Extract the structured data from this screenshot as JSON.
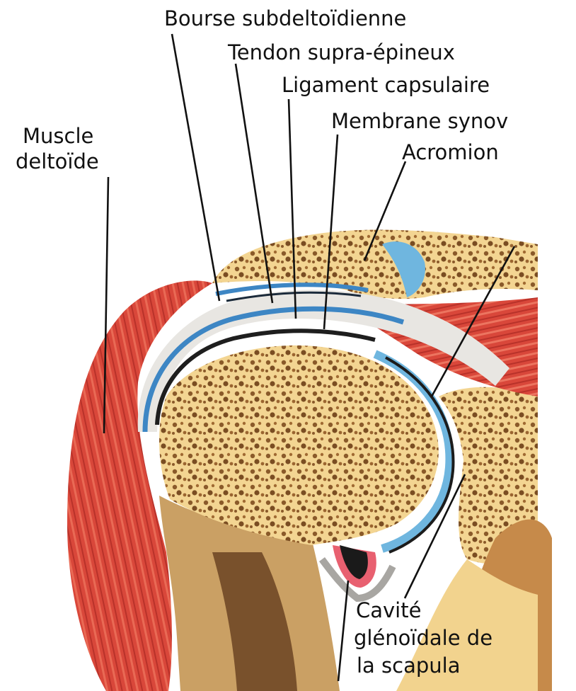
{
  "labels": {
    "bourse": "Bourse subdeltoïdienne",
    "tendon": "Tendon supra-épineux",
    "ligament": "Ligament capsulaire",
    "membrane": "Membrane synov",
    "acromion": "Acromion",
    "muscle_line1": "Muscle",
    "muscle_line2": "deltoïde",
    "cavite_line1": "Cavité",
    "cavite_line2": "glénoïdale de",
    "cavite_line3": "la scapula"
  },
  "colors": {
    "muscle": "#d9473a",
    "bone": "#f2d38e",
    "cartilage": "#6fb6df",
    "tendon": "#e8e6e2",
    "dark_tissue": "#3a2416"
  }
}
